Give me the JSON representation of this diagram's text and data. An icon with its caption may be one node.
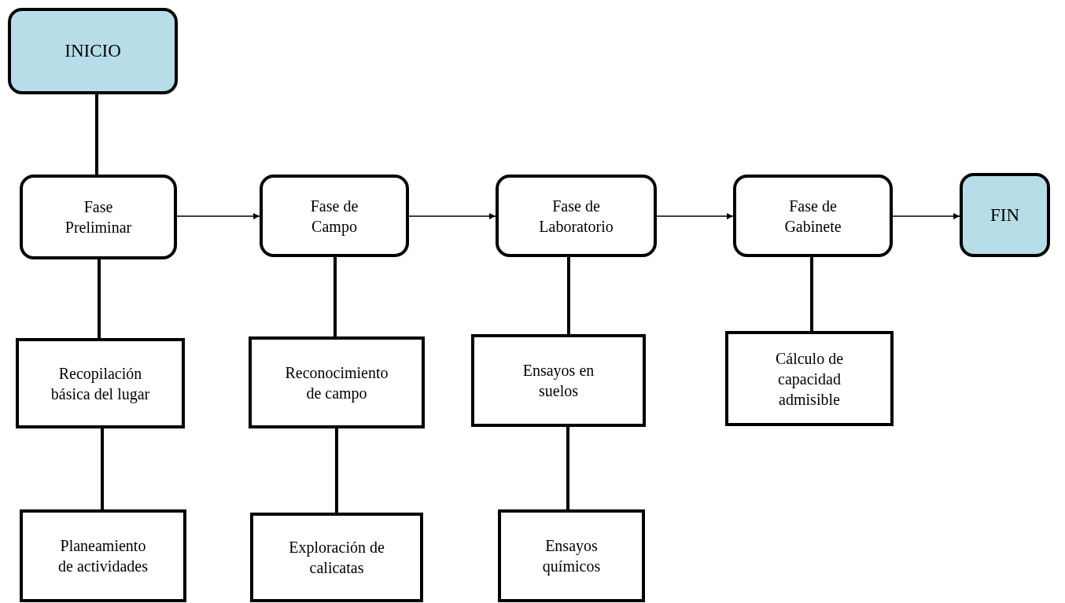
{
  "diagram": {
    "nodes": [
      {
        "text": [
          "INICIO"
        ]
      },
      {
        "text": [
          "Fase Preliminar"
        ]
      },
      {
        "text": [
          "Fase de Campo"
        ]
      },
      {
        "text": [
          "Fase de Laboratorio"
        ]
      },
      {
        "text": [
          "Fase de Gabinete"
        ]
      },
      {
        "text": [
          "FIN"
        ]
      },
      {
        "text": [
          "Recopilación básica del lugar"
        ]
      },
      {
        "text": [
          "Reconocimiento de campo"
        ]
      },
      {
        "text": [
          "Ensayos en suelos"
        ]
      },
      {
        "text": [
          "Cálculo de capacidad admisible"
        ]
      },
      {
        "text": [
          "Planeamiento de actividades"
        ]
      },
      {
        "text": [
          "Exploración de calicatas"
        ]
      },
      {
        "text": [
          "Ensayos químicos"
        ]
      }
    ],
    "edges": [
      {
        "from": 0,
        "to": 1,
        "arrow": "none"
      },
      {
        "from": 1,
        "to": 2,
        "arrow": "to"
      },
      {
        "from": 2,
        "to": 3,
        "arrow": "to"
      },
      {
        "from": 3,
        "to": 4,
        "arrow": "to"
      },
      {
        "from": 4,
        "to": 5,
        "arrow": "to"
      },
      {
        "from": 1,
        "to": 6,
        "arrow": "none"
      },
      {
        "from": 6,
        "to": 10,
        "arrow": "none"
      },
      {
        "from": 2,
        "to": 7,
        "arrow": "none"
      },
      {
        "from": 7,
        "to": 11,
        "arrow": "none"
      },
      {
        "from": 3,
        "to": 8,
        "arrow": "none"
      },
      {
        "from": 8,
        "to": 12,
        "arrow": "none"
      },
      {
        "from": 4,
        "to": 9,
        "arrow": "none"
      }
    ]
  }
}
